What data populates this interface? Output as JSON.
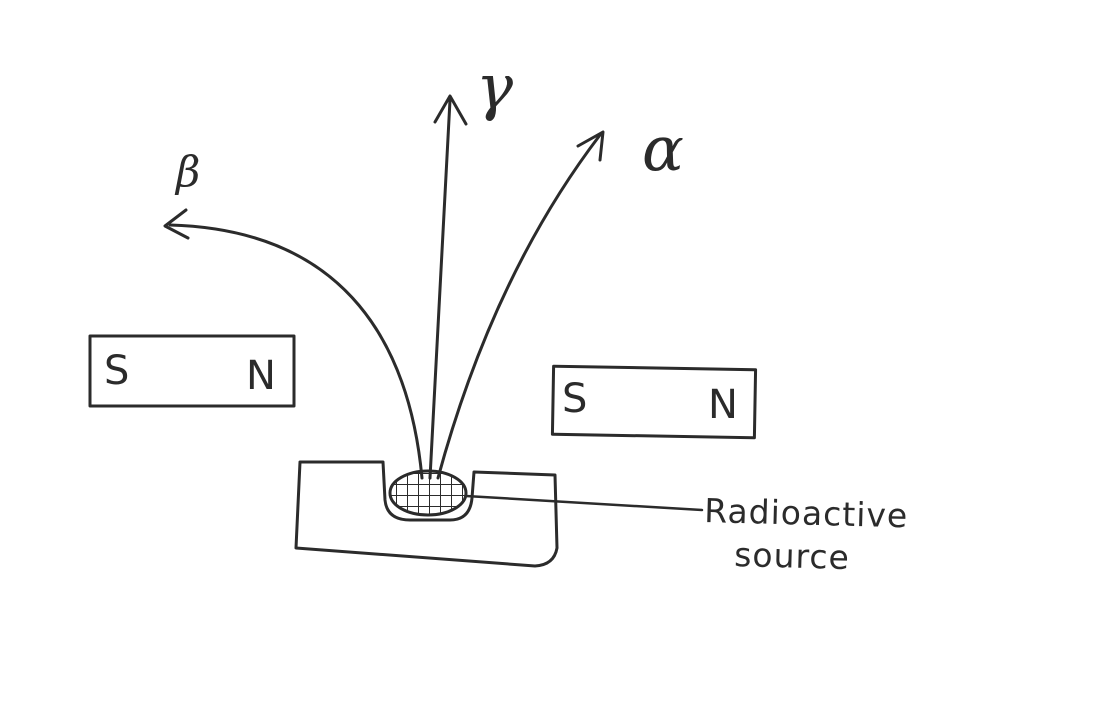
{
  "diagram": {
    "rays": {
      "gamma": "γ",
      "alpha": "α",
      "beta": "β"
    },
    "magnet_left": {
      "south": "S",
      "north": "N"
    },
    "magnet_right": {
      "south": "S",
      "north": "N"
    },
    "source_label": {
      "line1": "Radioactive",
      "line2": "source"
    },
    "ink_color": "#2b2b2b"
  }
}
